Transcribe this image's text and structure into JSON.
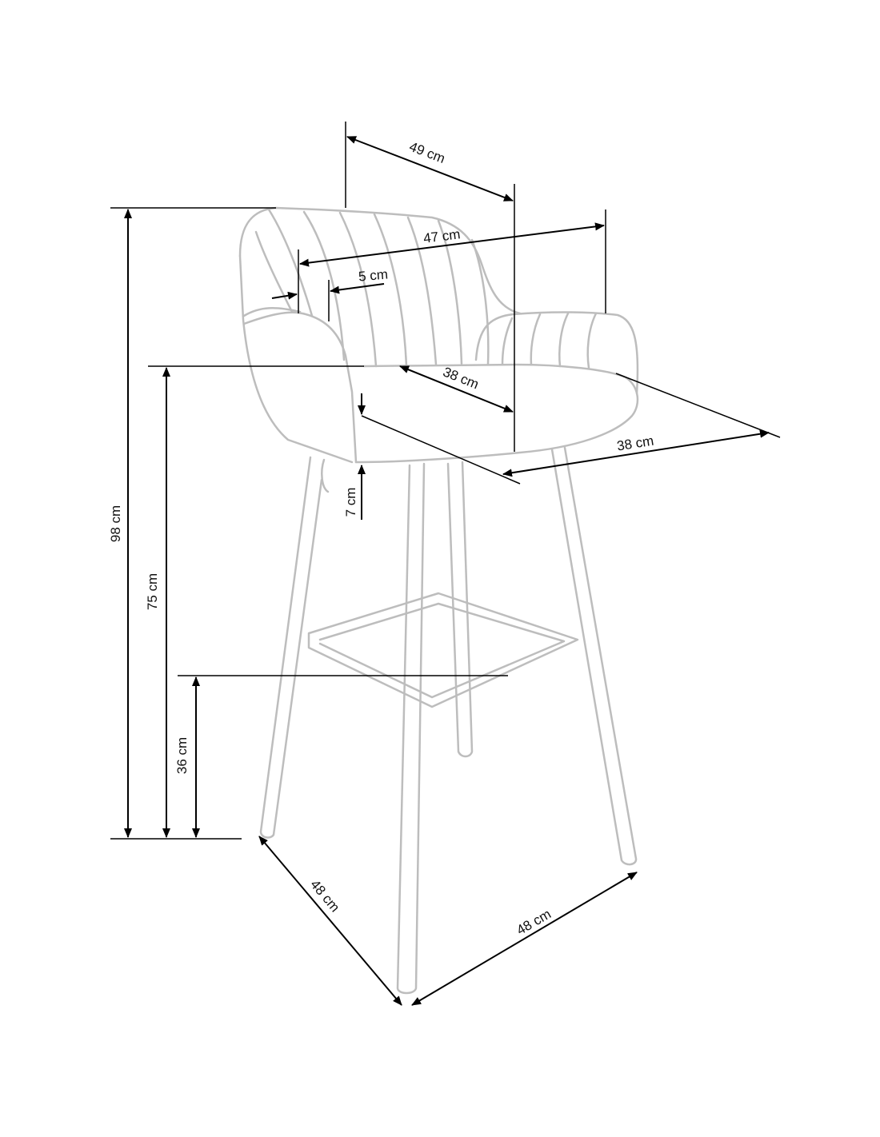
{
  "title": "Bar stool dimensions",
  "dimensions": {
    "total_height": "98 cm",
    "seat_height": "75 cm",
    "footrest_height": "36 cm",
    "depth": "49 cm",
    "backrest_width": "47 cm",
    "armrest_width": "5 cm",
    "seat_depth": "38 cm",
    "seat_thickness": "7 cm",
    "seat_width": "38 cm",
    "base_depth": "48 cm",
    "base_width": "48 cm"
  }
}
